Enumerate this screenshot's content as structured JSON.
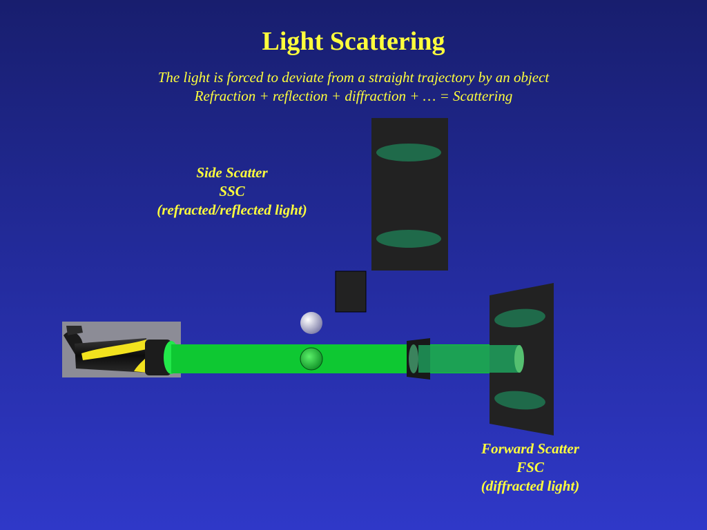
{
  "title": "Light Scattering",
  "subtitle": {
    "line1": "The light is forced to deviate from a straight trajectory by an object",
    "line2": "Refraction + reflection + diffraction + … = Scattering"
  },
  "side_scatter": {
    "name": "Side Scatter",
    "abbr": "SSC",
    "desc": "(refracted/reflected light)"
  },
  "forward_scatter": {
    "name": "Forward Scatter",
    "abbr": "FSC",
    "desc": "(diffracted light)"
  },
  "colors": {
    "text": "#ffff3c",
    "beam": "#0ec832",
    "detector": "#222222",
    "lens": "#1f6a4a"
  }
}
